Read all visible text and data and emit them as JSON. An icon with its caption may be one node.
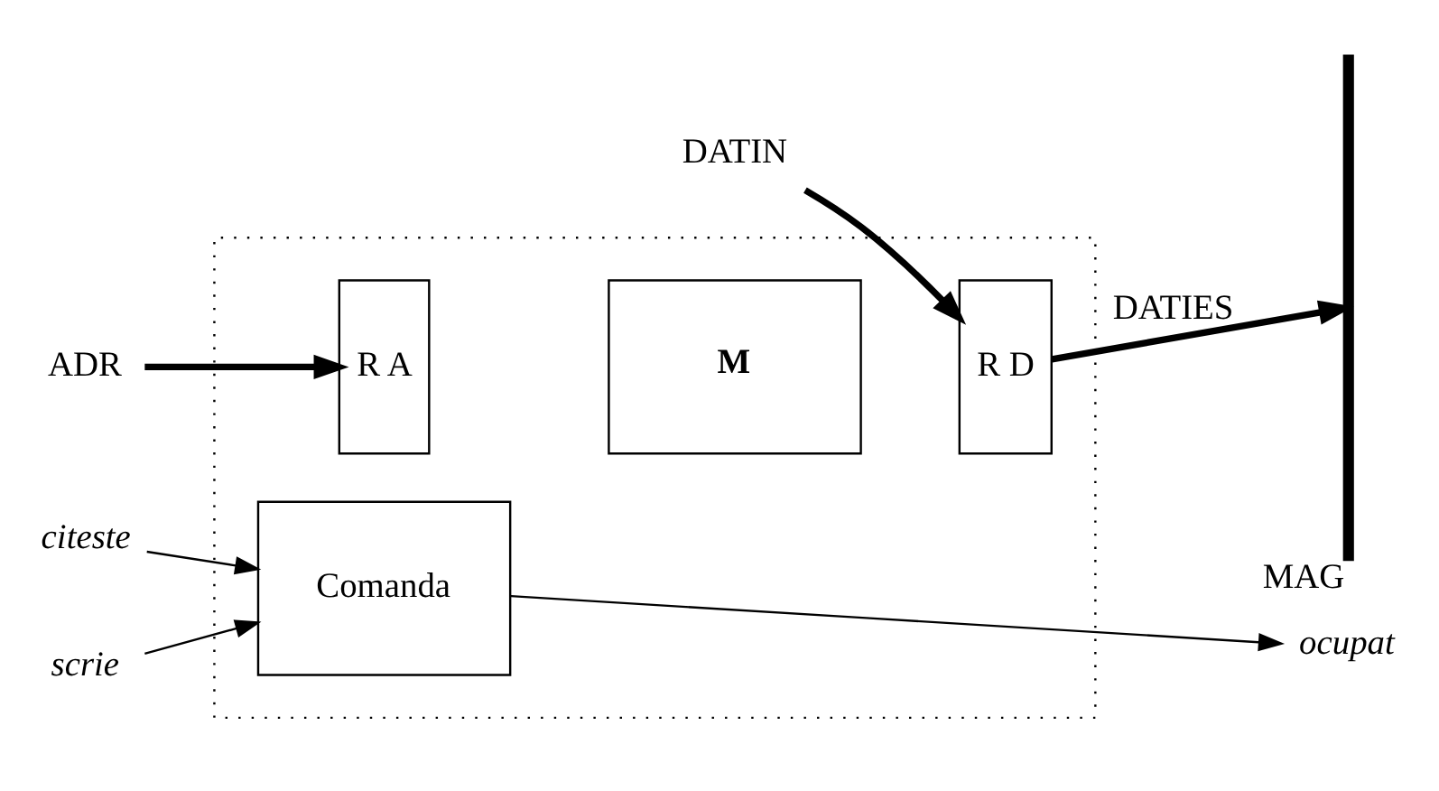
{
  "diagram": {
    "nodes": [
      {
        "text": [],
        "shape": "box"
      },
      {
        "text": [
          "R A"
        ],
        "in": 0
      },
      {
        "text": [
          "M"
        ],
        "in": 0
      },
      {
        "text": [
          "R D"
        ],
        "in": 0
      },
      {
        "text": [
          "Comanda"
        ],
        "in": 0
      },
      {
        "text": [],
        "shape": "bar",
        "beside": [
          "MAG"
        ]
      },
      {
        "text": [
          "ADR"
        ]
      },
      {
        "text": [
          "DATIN"
        ]
      },
      {
        "text": [
          "citeste"
        ]
      },
      {
        "text": [
          "scrie"
        ]
      },
      {
        "text": [
          "ocupat"
        ]
      }
    ],
    "edges": [
      {
        "from": 6,
        "to": 1,
        "arrow": "to",
        "style": "thick"
      },
      {
        "from": 7,
        "to": 3,
        "arrow": "to",
        "style": "thick"
      },
      {
        "from": 3,
        "to": 5,
        "arrow": "to",
        "label": "DATIES",
        "style": "thick"
      },
      {
        "from": 8,
        "to": 4,
        "arrow": "to"
      },
      {
        "from": 9,
        "to": 4,
        "arrow": "to"
      },
      {
        "from": 4,
        "to": 10,
        "arrow": "to"
      }
    ]
  }
}
